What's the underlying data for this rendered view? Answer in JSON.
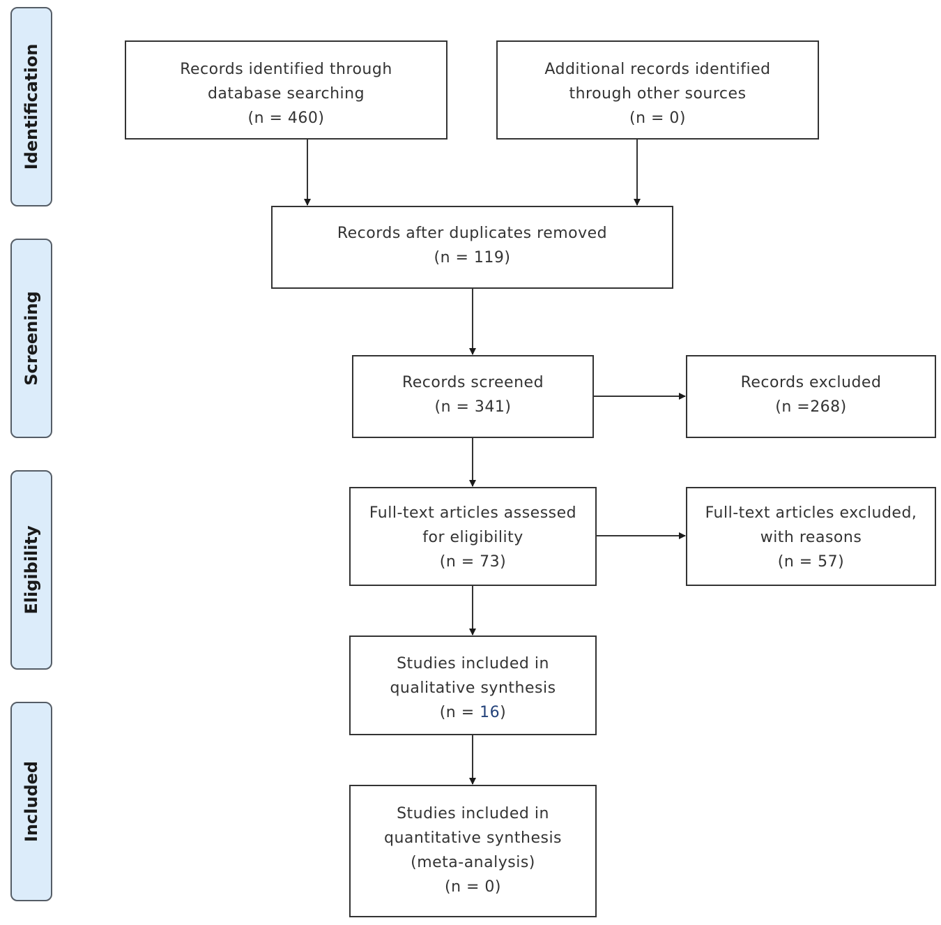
{
  "phases": {
    "identification": "Identification",
    "screening": "Screening",
    "eligibility": "Eligibility",
    "included": "Included"
  },
  "boxes": {
    "database": {
      "line1": "Records identified through",
      "line2": "database searching",
      "count": "(n = 460)"
    },
    "other_sources": {
      "line1": "Additional records identified",
      "line2": "through other sources",
      "count": "(n = 0)"
    },
    "duplicates_removed": {
      "line1": "Records after duplicates removed",
      "count": "(n = 119)"
    },
    "screened": {
      "line1": "Records screened",
      "count": "(n = 341)"
    },
    "excluded": {
      "line1": "Records excluded",
      "count": "(n =268)"
    },
    "fulltext_assessed": {
      "line1": "Full-text articles assessed",
      "line2": "for eligibility",
      "count": "(n = 73)"
    },
    "fulltext_excluded": {
      "line1": "Full-text articles excluded,",
      "line2": "with reasons",
      "count": "(n = 57)"
    },
    "qualitative": {
      "line1": "Studies included in",
      "line2": "qualitative synthesis",
      "count_prefix": "(n = ",
      "count_value": "16",
      "count_suffix": ")"
    },
    "quantitative": {
      "line1": "Studies included in",
      "line2": "quantitative synthesis",
      "line3": "(meta-analysis)",
      "count": "(n = 0)"
    }
  },
  "colors": {
    "phase_fill": "#dcecfa",
    "phase_border": "#555d66",
    "box_border": "#333333",
    "highlight_number": "#23427a"
  }
}
